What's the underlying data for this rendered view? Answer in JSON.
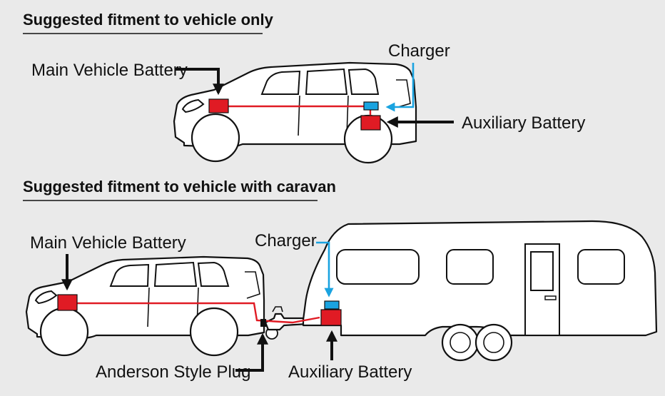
{
  "sections": {
    "vehicle_only": {
      "title": "Suggested fitment to vehicle only",
      "labels": {
        "main_battery": "Main Vehicle Battery",
        "charger": "Charger",
        "aux_battery": "Auxiliary Battery"
      }
    },
    "vehicle_caravan": {
      "title": "Suggested fitment to vehicle with caravan",
      "labels": {
        "main_battery": "Main Vehicle Battery",
        "charger": "Charger",
        "anderson_plug": "Anderson Style Plug",
        "aux_battery": "Auxiliary Battery"
      }
    }
  },
  "colors": {
    "background": "#eaeaea",
    "battery": "#e01b24",
    "charger": "#1aa3e0",
    "wire": "#e01b24",
    "outline": "#111111"
  }
}
